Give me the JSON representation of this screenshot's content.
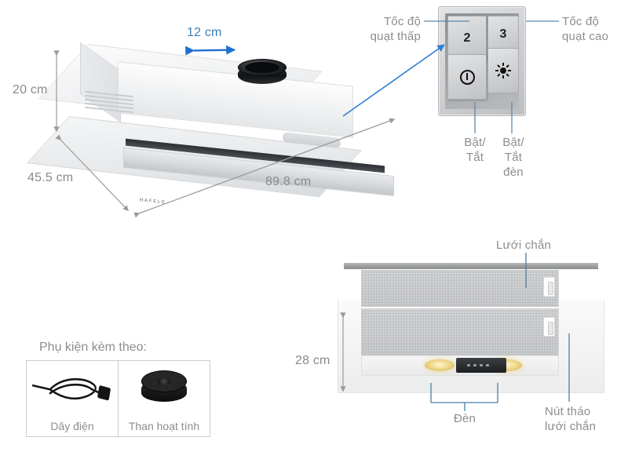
{
  "product": {
    "brand": "HAFELE",
    "dimensions": {
      "depth": "45.5 cm",
      "height": "20 cm",
      "width": "89.8 cm",
      "duct_diameter": "12 cm",
      "front_height": "28 cm"
    }
  },
  "control_panel": {
    "buttons": {
      "fan_low": "2",
      "fan_high": "3",
      "power": "power-icon",
      "light": "light-icon"
    },
    "callouts": {
      "fan_low": "Tốc độ\nquạt thấp",
      "fan_high": "Tốc độ\nquạt cao",
      "power": "Bật/\nTắt",
      "light": "Bật/\nTắt\nđèn"
    }
  },
  "front_view": {
    "callouts": {
      "filter": "Lưới chắn",
      "lights": "Đèn",
      "filter_release": "Nút tháo\nlưới chắn"
    }
  },
  "accessories": {
    "title": "Phụ kiện kèm theo:",
    "items": [
      {
        "label": "Dây điện",
        "icon": "power-cord-icon"
      },
      {
        "label": "Than hoạt tính",
        "icon": "carbon-filter-icon"
      }
    ]
  },
  "colors": {
    "accent_blue": "#3d7fb5",
    "label_gray": "#8d8d8d",
    "leader_blue": "#4a7fa5"
  }
}
